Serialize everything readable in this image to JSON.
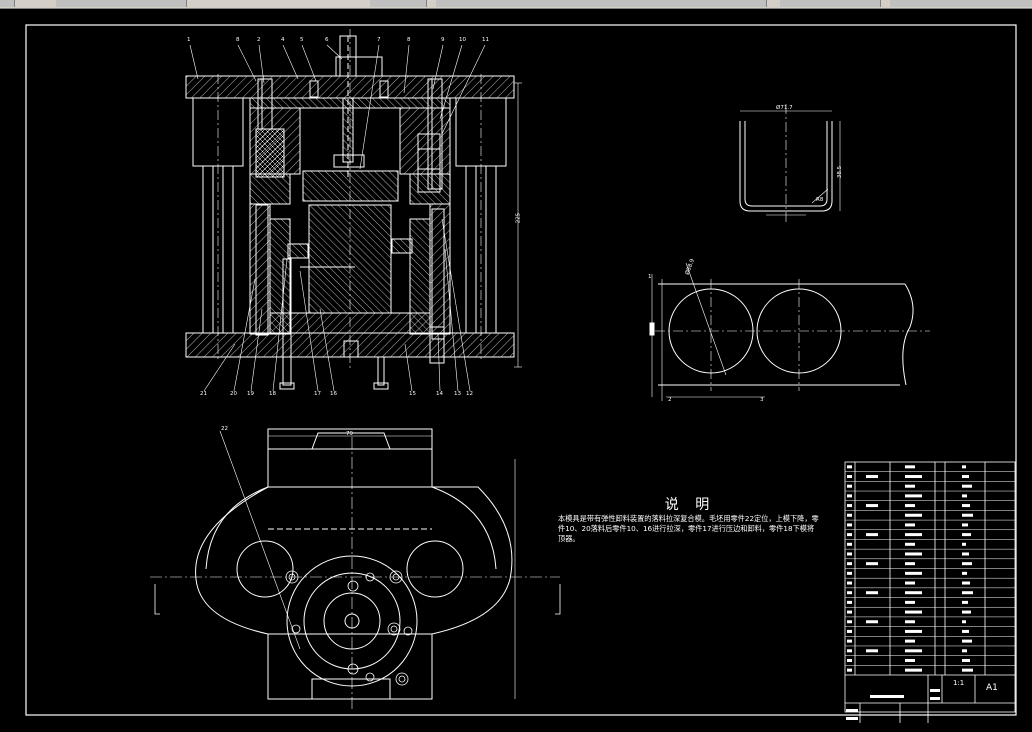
{
  "app": {
    "accent": "#ffffff",
    "background": "#000000"
  },
  "drawing": {
    "part_numbers": [
      "1",
      "8",
      "2",
      "4",
      "5",
      "6",
      "7",
      "8",
      "9",
      "10",
      "11",
      "21",
      "20",
      "19",
      "18",
      "17",
      "16",
      "15",
      "14",
      "13",
      "12",
      "22"
    ],
    "dims": {
      "overall_height": "225",
      "cup_width": "Ø71.7",
      "cup_height": "38.5",
      "cup_radius": "R8",
      "blank_diameter": "Ø88.9",
      "bottom_width": "79",
      "strip_a": "1",
      "strip_b": "2",
      "strip_c": "3"
    }
  },
  "notes": {
    "title": "说 明",
    "body": "本模具是带有弹性卸料装置的落料拉深复合模。毛坯用零件22定位，上模下降，零件10、20落料后零件10、16进行拉深，零件17进行压边和卸料，零件18下模将顶器。"
  },
  "title_block": {
    "scale": "1:1",
    "sheet_size": "A1"
  }
}
